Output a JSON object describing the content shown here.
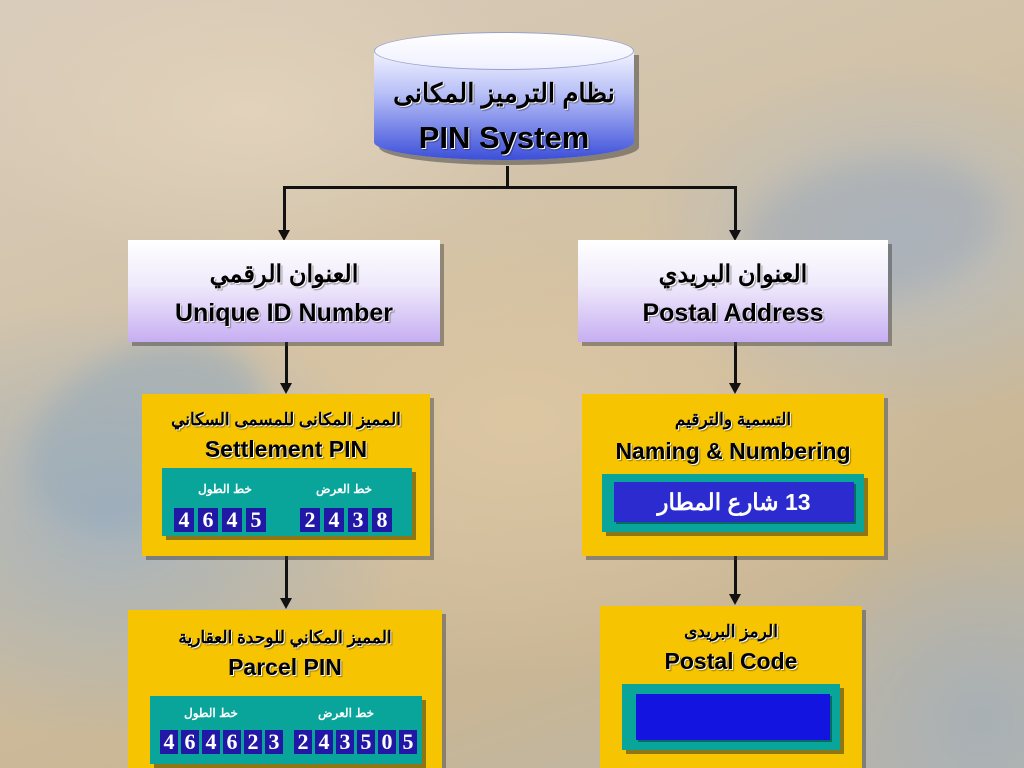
{
  "root": {
    "title_ar": "نظام الترميز المكانى",
    "title_en": "PIN System"
  },
  "left": {
    "title_ar": "العنوان الرقمي",
    "title_en": "Unique ID Number",
    "settlement": {
      "title_ar": "المميز المكانى للمسمى السكاني",
      "title_en": "Settlement PIN",
      "longitude_label": "خط الطول",
      "latitude_label": "خط العرض",
      "longitude_digits": [
        "4",
        "6",
        "4",
        "5"
      ],
      "latitude_digits": [
        "2",
        "4",
        "3",
        "8"
      ]
    },
    "parcel": {
      "title_ar": "المميز المكاني للوحدة العقارية",
      "title_en": "Parcel PIN",
      "longitude_label": "خط الطول",
      "latitude_label": "خط العرض",
      "longitude_digits": [
        "4",
        "6",
        "4",
        "6",
        "2",
        "3"
      ],
      "latitude_digits": [
        "2",
        "4",
        "3",
        "5",
        "0",
        "5"
      ]
    }
  },
  "right": {
    "title_ar": "العنوان البريدي",
    "title_en": "Postal Address",
    "naming": {
      "title_ar": "التسمية والترقيم",
      "title_en": "Naming & Numbering",
      "example": "13 شارع المطار"
    },
    "postal_code": {
      "title_ar": "الرمز البريدى",
      "title_en": "Postal Code",
      "value": ""
    }
  },
  "colors": {
    "yellow": "#f6c400",
    "teal": "#0aa59a",
    "digit_blue": "#2218a6",
    "root_blue": "#3c4fd9",
    "lavender": "#c6aef2"
  }
}
